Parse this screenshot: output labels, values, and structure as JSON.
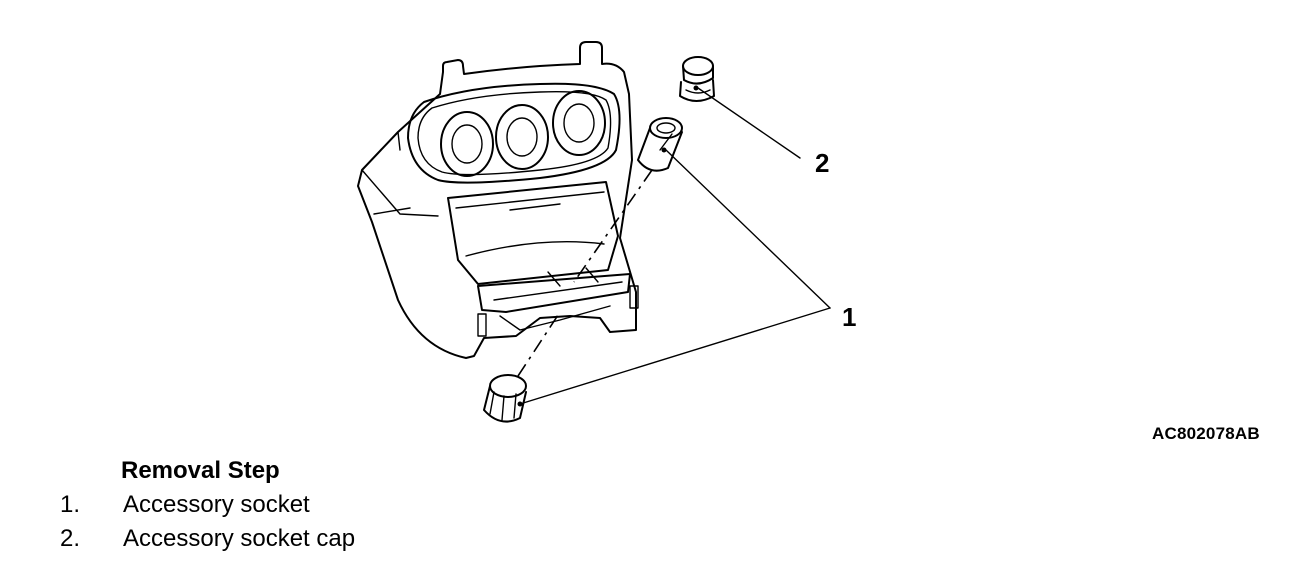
{
  "figure": {
    "id": "AC802078AB",
    "callouts": [
      "1",
      "2"
    ]
  },
  "removal": {
    "title": "Removal Step",
    "steps": [
      {
        "num": "1.",
        "label": "Accessory socket"
      },
      {
        "num": "2.",
        "label": "Accessory socket cap"
      }
    ]
  }
}
